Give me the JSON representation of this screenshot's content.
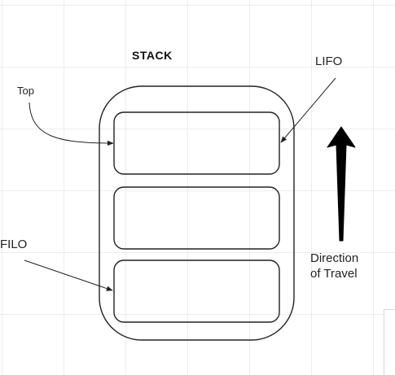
{
  "diagram": {
    "title": "STACK",
    "labels": {
      "top": "Top",
      "lifo": "LIFO",
      "filo": "FILO",
      "direction_line1": "Direction",
      "direction_line2": "of Travel"
    }
  },
  "colors": {
    "stroke": "#222222",
    "arrow_fill": "#000000",
    "grid": "#ececec",
    "background": "#ffffff"
  }
}
